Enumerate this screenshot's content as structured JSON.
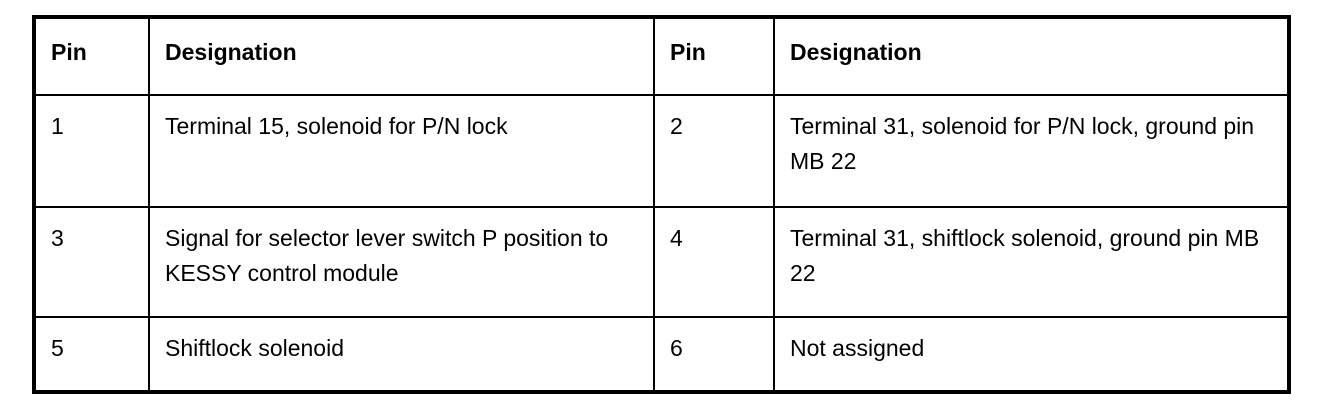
{
  "page": {
    "background_color": "#ffffff",
    "border_color": "#000000",
    "text_color": "#000000"
  },
  "table": {
    "description": "connector-pin-assignment-table",
    "headers": [
      {
        "label": "Pin"
      },
      {
        "label": "Designation"
      },
      {
        "label": "Pin"
      },
      {
        "label": "Designation"
      }
    ],
    "rows": [
      {
        "cells": [
          "1",
          "Terminal 15, solenoid for P/N lock",
          "2",
          "Terminal 31, solenoid for P/N lock, ground pin MB 22"
        ]
      },
      {
        "cells": [
          "3",
          "Signal for selector lever switch P position to KESSY control module",
          "4",
          "Terminal 31, shiftlock solenoid, ground pin MB 22"
        ]
      },
      {
        "cells": [
          "5",
          "Shiftlock solenoid",
          "6",
          "Not assigned"
        ]
      }
    ]
  }
}
